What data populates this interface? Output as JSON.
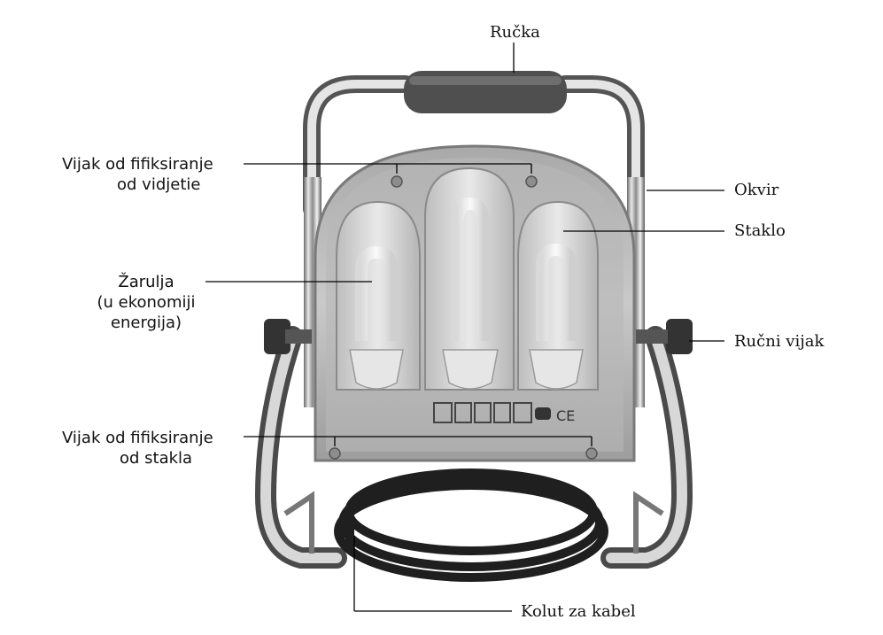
{
  "labels": {
    "handle": "Ručka",
    "frame": "Okvir",
    "glass": "Staklo",
    "hand_screw": "Ručni vijak",
    "cable_reel": "Kolut za kabel",
    "screw_visor_line1": "Vijak od fifiksiranje",
    "screw_visor_line2": "od vidjetie",
    "screw_glass_line1": "Vijak od fifiksiranje",
    "screw_glass_line2": "od stakla",
    "bulb_line1": "Žarulja",
    "bulb_line2": "(u ekonomiji",
    "bulb_line3": "energija)"
  },
  "product_marks": "CE"
}
